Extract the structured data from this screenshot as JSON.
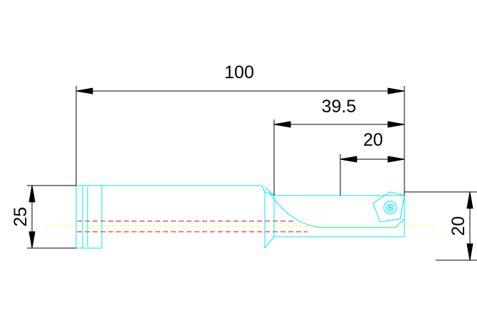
{
  "dimensions": {
    "overall_length": "100",
    "head_length": "39.5",
    "insert_offset": "20",
    "shank_diameter": "25",
    "head_height": "20"
  },
  "colors": {
    "background": "#ffffff",
    "outline": "#00e5ff",
    "centerline": "#ffff66",
    "hidden_line": "#e00000",
    "dimension": "#000000"
  }
}
